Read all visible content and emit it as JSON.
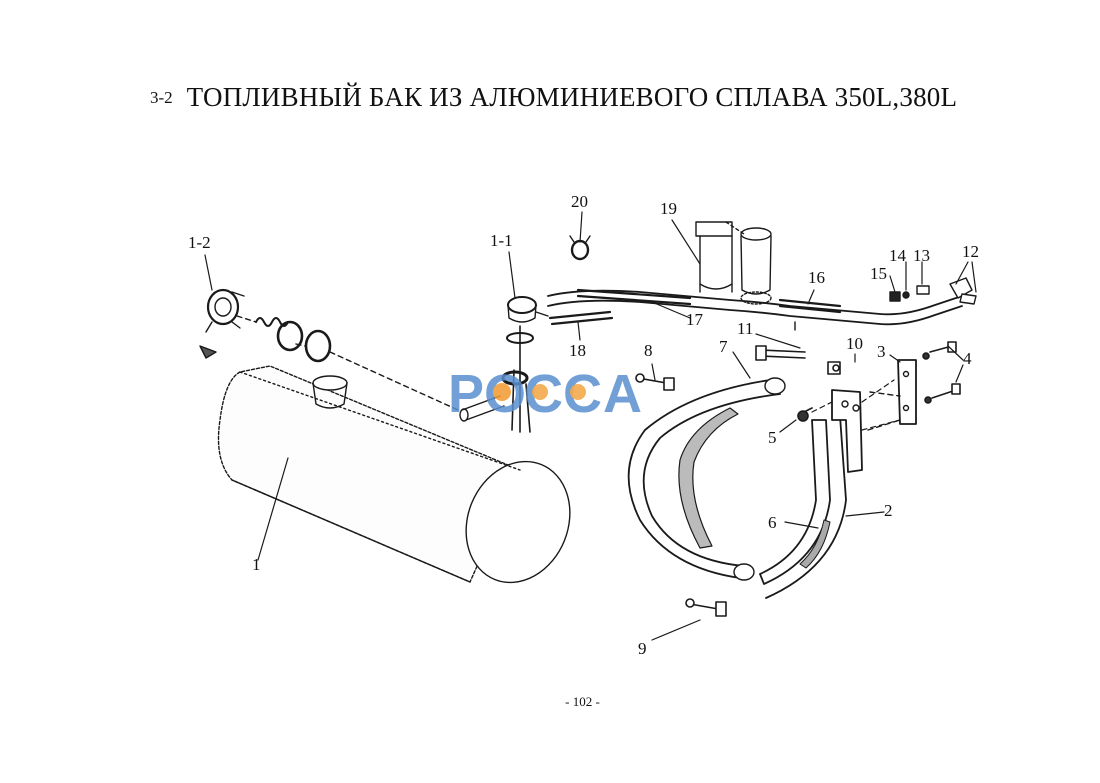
{
  "header": {
    "section_number": "3-2",
    "title": "ТОПЛИВНЫЙ БАК ИЗ АЛЮМИНИЕВОГО СПЛАВА 350L,380L"
  },
  "watermark": {
    "text": "РОССА",
    "colors": [
      "#5a8fd0",
      "#f29a2e"
    ]
  },
  "diagram": {
    "callouts": [
      "1-2",
      "1-1",
      "20",
      "19",
      "17",
      "16",
      "18",
      "14",
      "13",
      "15",
      "12",
      "11",
      "8",
      "7",
      "10",
      "3",
      "4",
      "5",
      "1",
      "6",
      "2",
      "9"
    ]
  },
  "footer": {
    "page_number": "- 102 -"
  }
}
